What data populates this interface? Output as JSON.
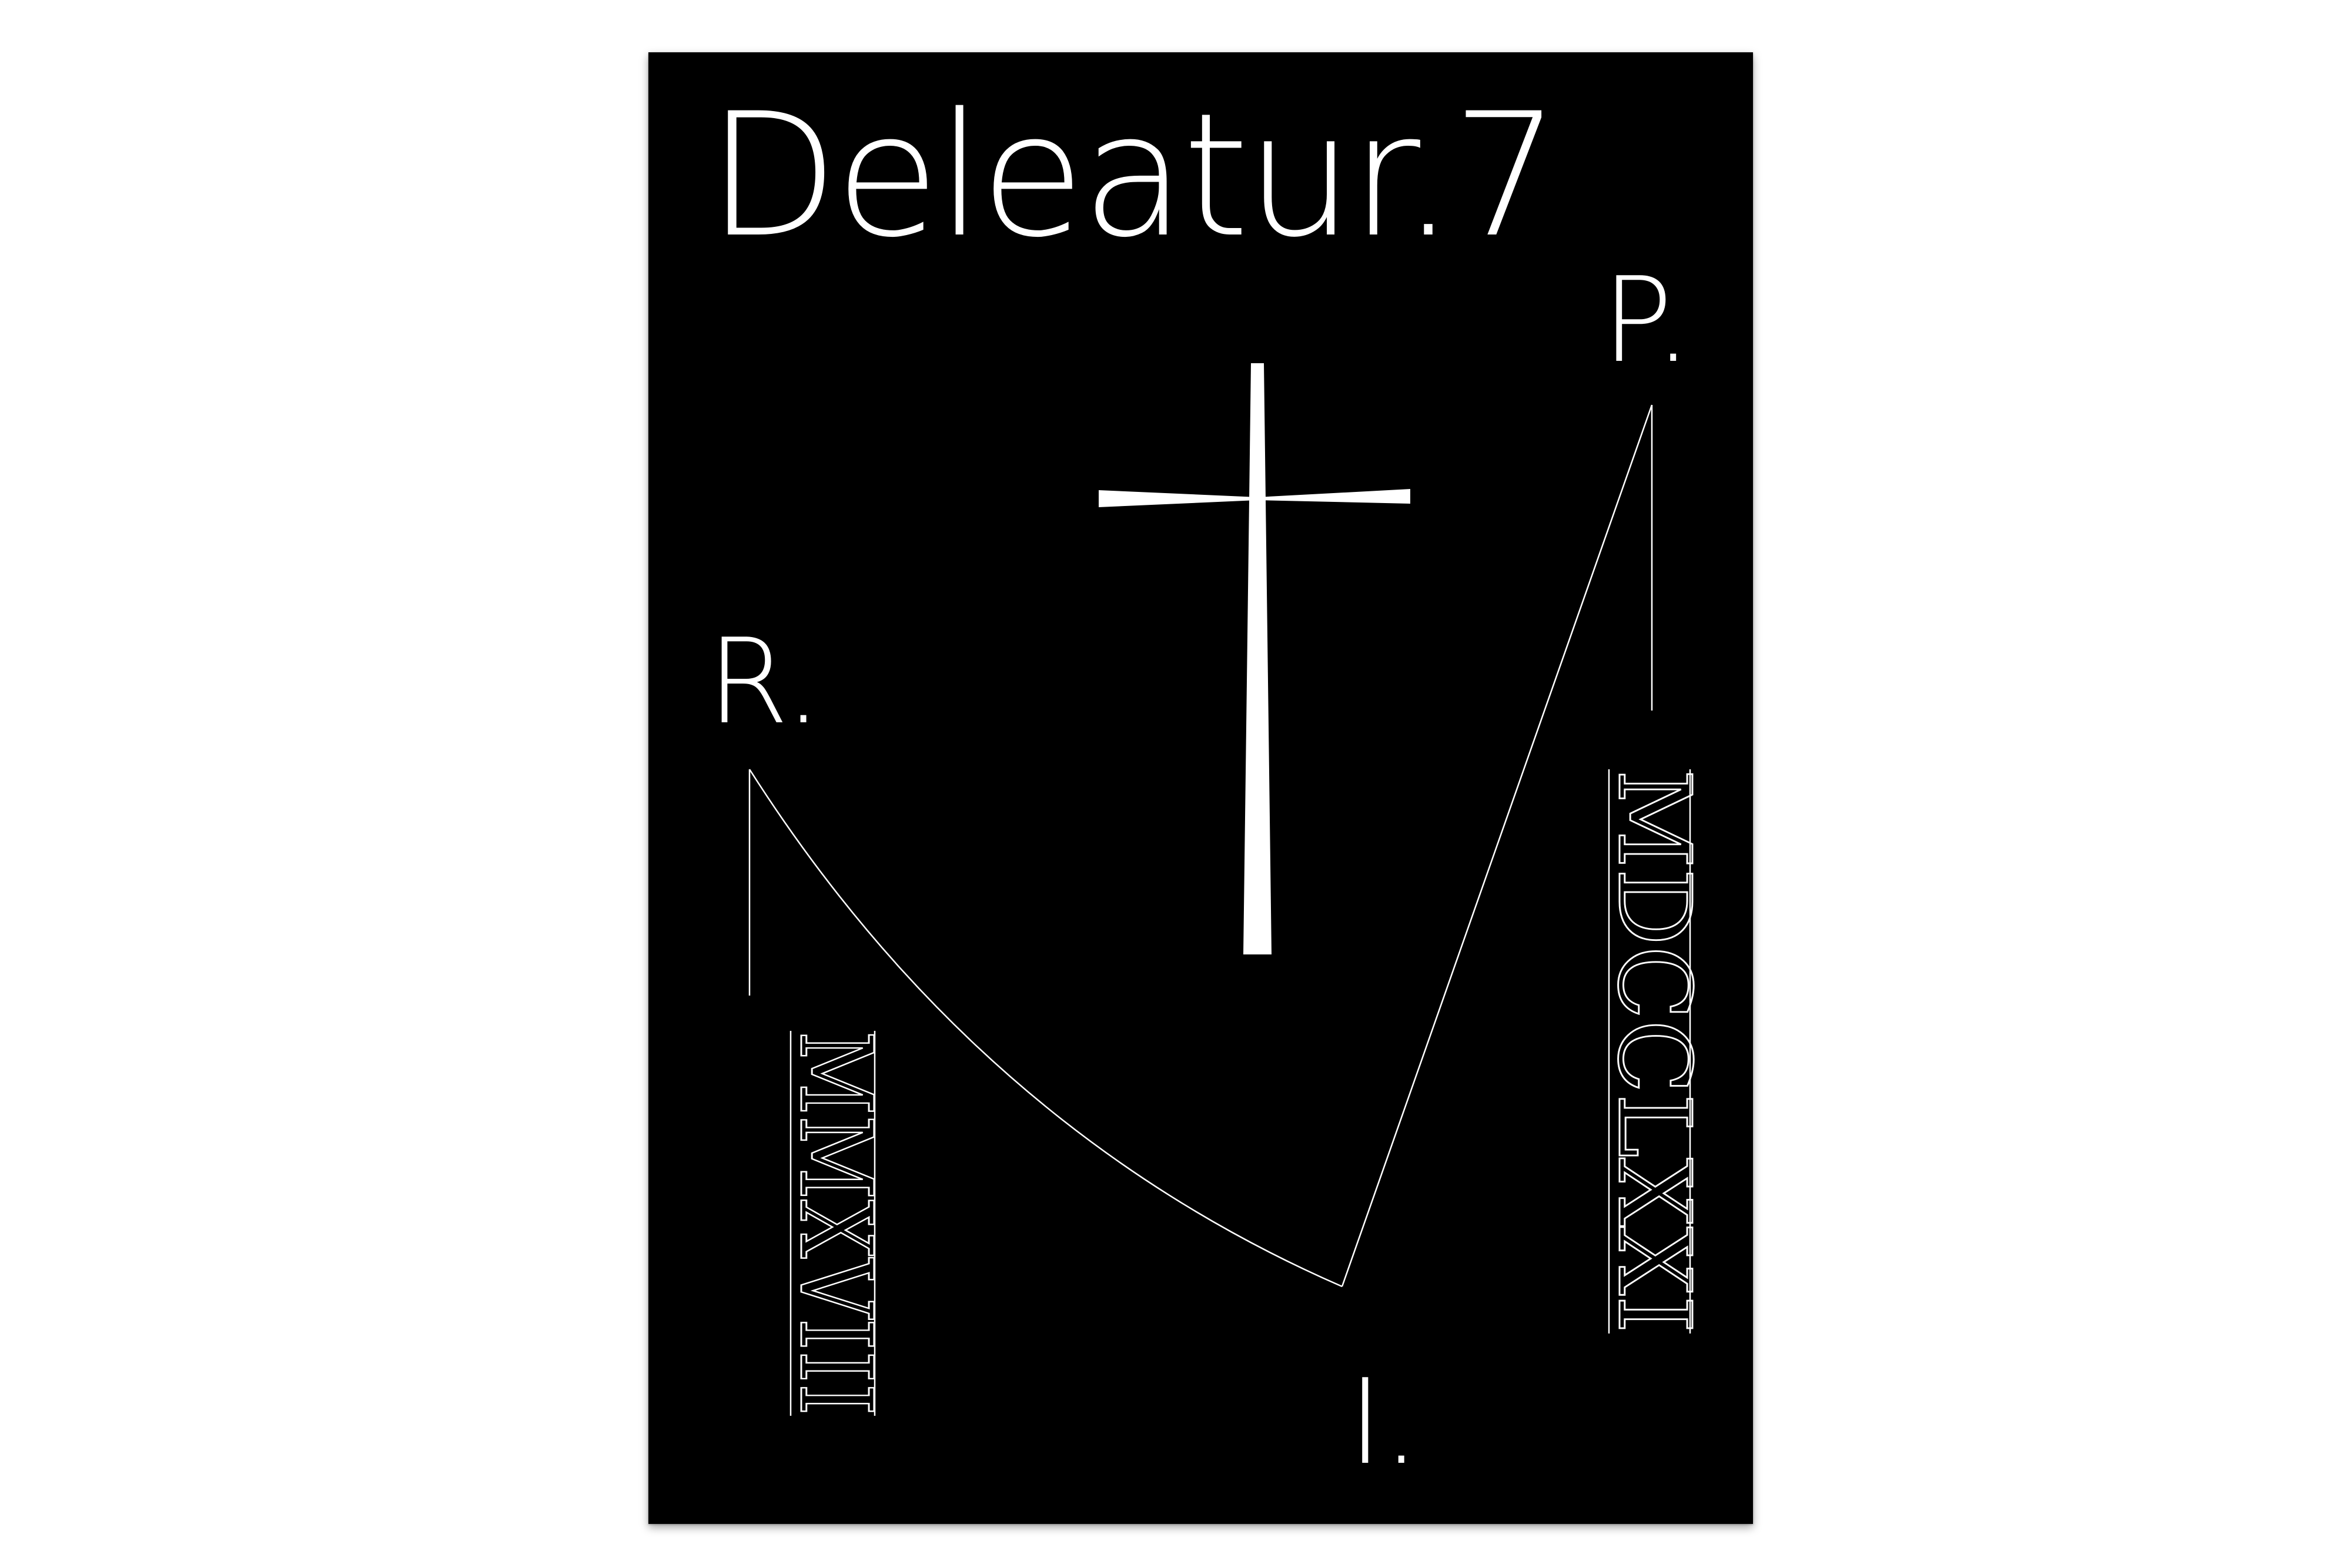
{
  "poster": {
    "title": "Deleatur.7",
    "letter_p": "P.",
    "letter_r": "R.",
    "letter_i": "I.",
    "roman_right": "MDCCLXXI",
    "roman_left": "MMXVIII",
    "background_color": "#000000",
    "ink_color": "#ffffff",
    "cross_icon": "latin-cross-icon"
  }
}
